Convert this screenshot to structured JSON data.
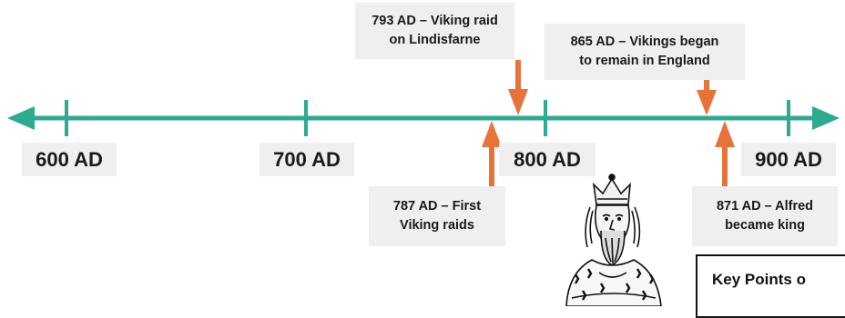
{
  "timeline": {
    "axis_color": "#2eaa8f",
    "arrow_color": "#e8733a",
    "ticks": [
      {
        "label": "600 AD"
      },
      {
        "label": "700 AD"
      },
      {
        "label": "800 AD"
      },
      {
        "label": "900 AD"
      }
    ],
    "events": [
      {
        "year": 793,
        "lines": [
          "793 AD – Viking raid",
          "on Lindisfarne"
        ],
        "side": "above"
      },
      {
        "year": 865,
        "lines": [
          "865 AD – Vikings began",
          "to remain in England"
        ],
        "side": "above"
      },
      {
        "year": 787,
        "lines": [
          "787 AD – First",
          "Viking raids"
        ],
        "side": "below"
      },
      {
        "year": 871,
        "lines": [
          "871 AD – Alfred",
          "became king"
        ],
        "side": "below"
      }
    ]
  },
  "portrait": {
    "subject": "king-portrait-engraving"
  },
  "key_points": {
    "heading": "Key Points o"
  }
}
